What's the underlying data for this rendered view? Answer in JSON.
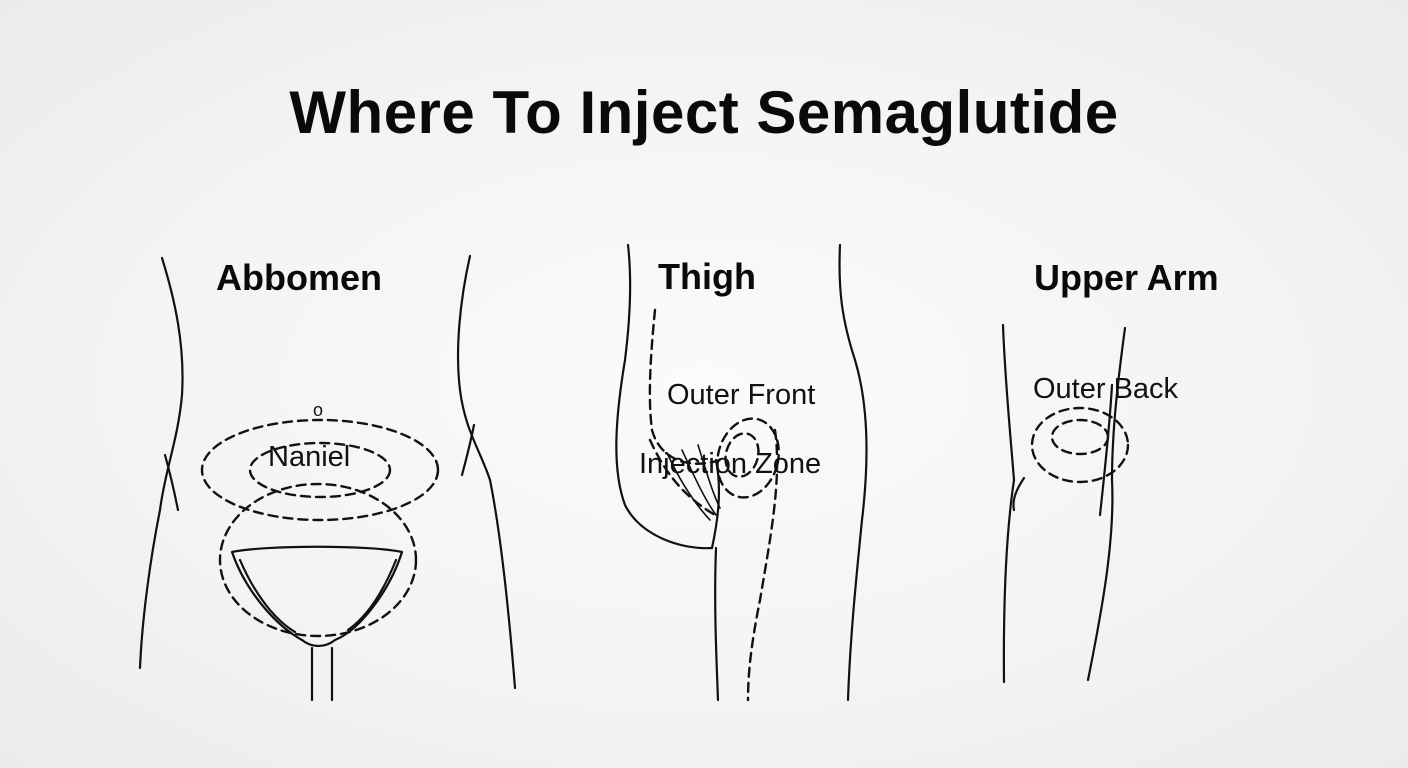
{
  "title": "Where To Inject Semaglutide",
  "panels": [
    {
      "label": "Abbomen",
      "zone_labels": [
        "Naniel"
      ],
      "marker": "o"
    },
    {
      "label": "Thigh",
      "zone_labels": [
        "Outer Front",
        "Injection Zone"
      ]
    },
    {
      "label": "Upper Arm",
      "zone_labels": [
        "Outer Back"
      ]
    }
  ],
  "colors": {
    "background": "#f4f4f4",
    "ink": "#111111"
  }
}
